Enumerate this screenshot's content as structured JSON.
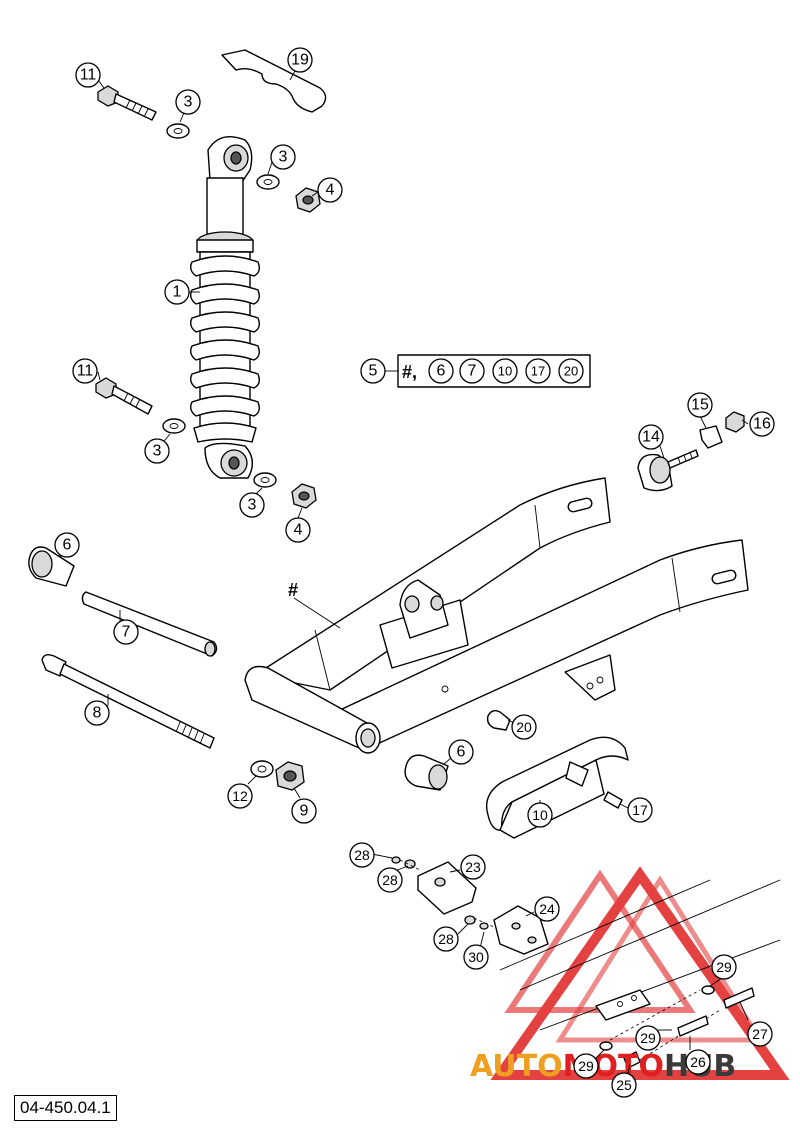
{
  "diagram_code": "04-450.04.1",
  "kit": {
    "number": "5",
    "contents": [
      "#,",
      "6",
      "7",
      "10",
      "17",
      "20"
    ]
  },
  "hash_marker": "#",
  "callouts": {
    "c1": "1",
    "c3a": "3",
    "c3b": "3",
    "c3c": "3",
    "c3d": "3",
    "c4a": "4",
    "c4b": "4",
    "c6a": "6",
    "c6b": "6",
    "c7": "7",
    "c8": "8",
    "c9": "9",
    "c10": "10",
    "c11a": "11",
    "c11b": "11",
    "c12": "12",
    "c14": "14",
    "c15": "15",
    "c16": "16",
    "c17": "17",
    "c19": "19",
    "c20": "20",
    "c23": "23",
    "c24": "24",
    "c25": "25",
    "c26": "26",
    "c27": "27",
    "c28a": "28",
    "c28b": "28",
    "c28c": "28",
    "c29a": "29",
    "c29b": "29",
    "c29c": "29",
    "c30": "30"
  },
  "watermark": {
    "text_part1": "AUTO",
    "text_part2": "MOTO",
    "text_part3": "HUB",
    "colors": {
      "red": "#e02020",
      "orange": "#f0a020",
      "dark": "#3a3a3a"
    }
  }
}
